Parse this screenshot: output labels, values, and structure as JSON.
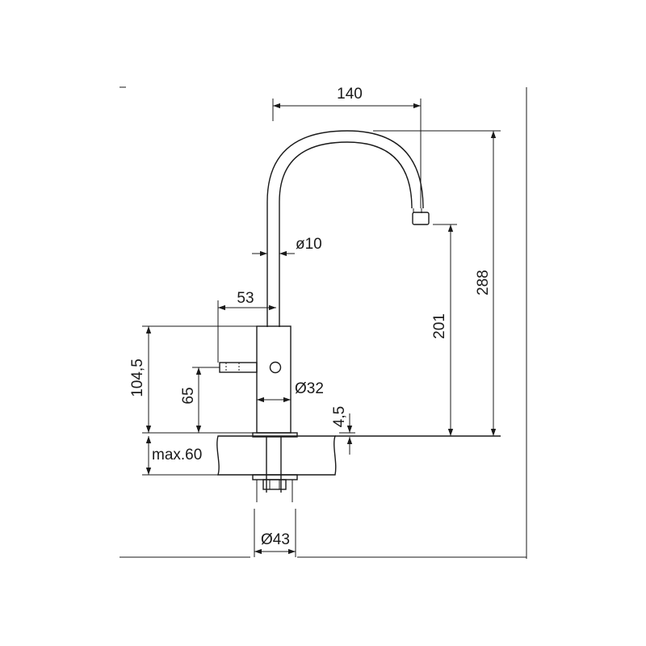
{
  "drawing": {
    "dims": {
      "spout_reach": "140",
      "total_height": "288",
      "outlet_height": "201",
      "pipe_diameter": "ø10",
      "handle_offset": "53",
      "body_height": "104,5",
      "handle_height": "65",
      "body_diameter": "Ø32",
      "base_thickness": "4,5",
      "counter_thickness": "max.60",
      "hole_diameter": "Ø43"
    }
  }
}
